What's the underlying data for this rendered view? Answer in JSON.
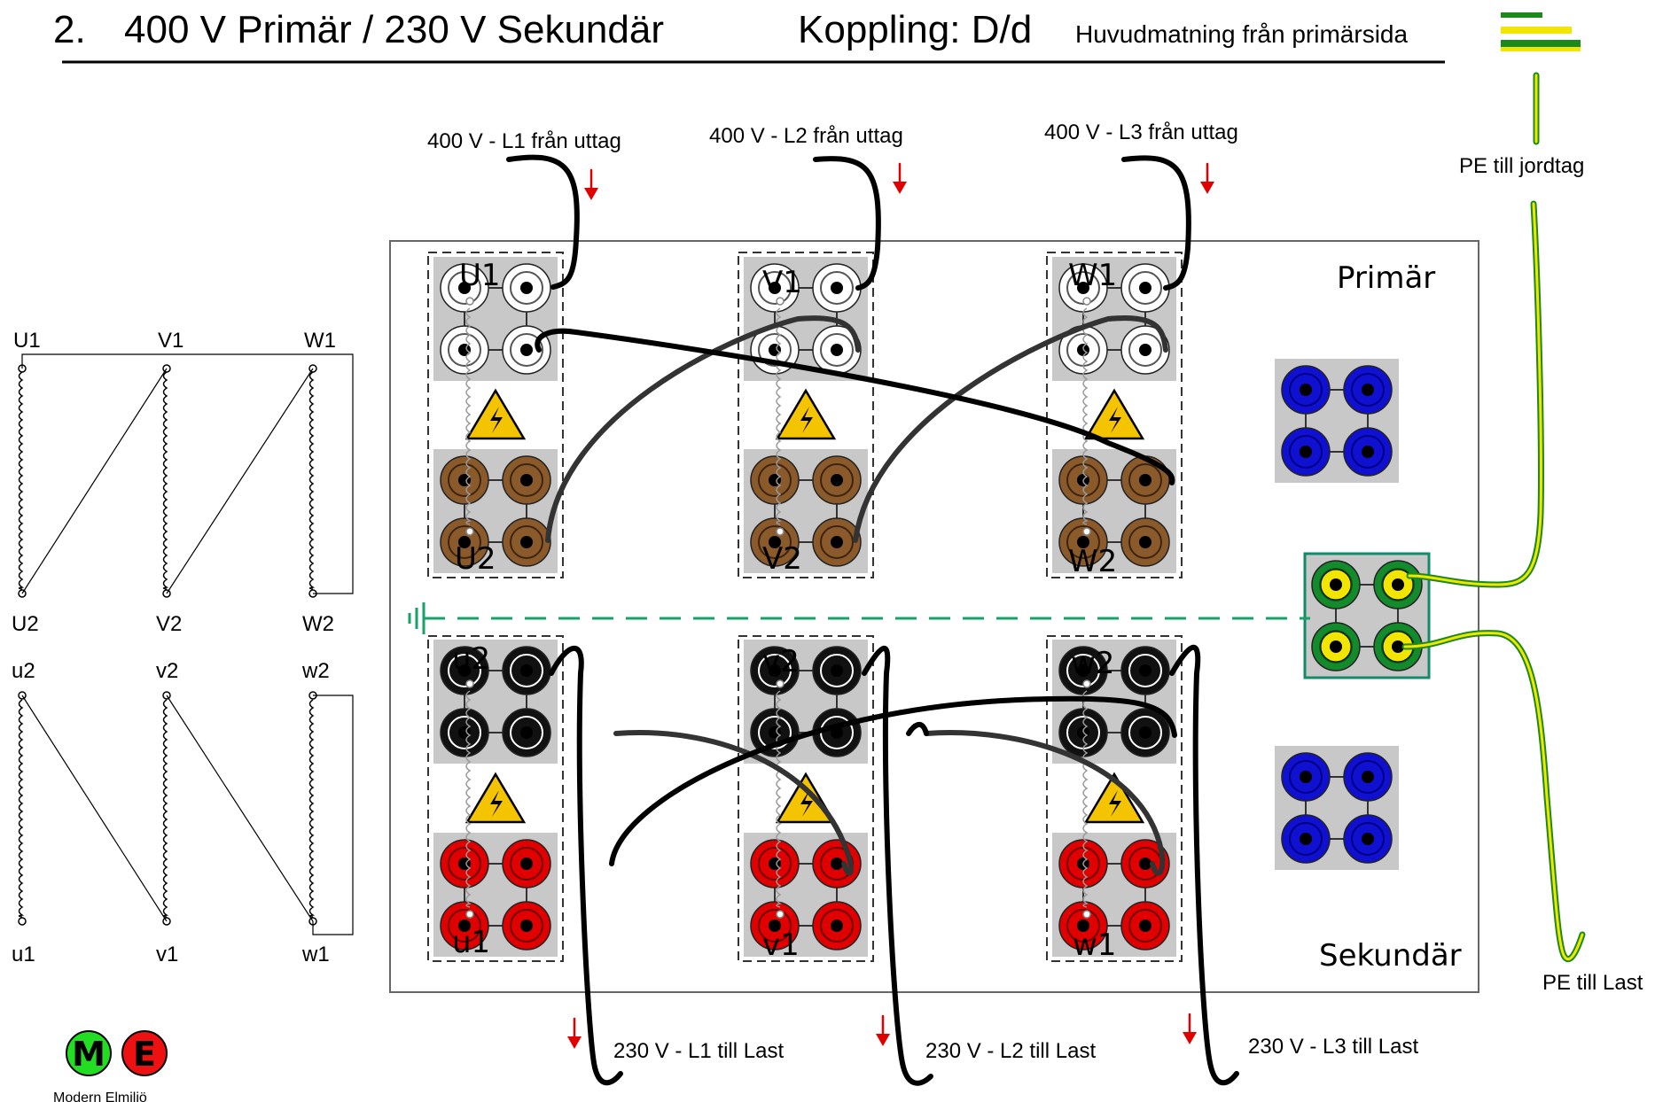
{
  "header": {
    "number": "2.",
    "voltages": "400 V Primär / 230 V Sekundär",
    "coupling": "Koppling: D/d",
    "note": "Huvudmatning från primärsida"
  },
  "feeds": {
    "l1_in": "400 V - L1 från uttag",
    "l2_in": "400 V - L2 från uttag",
    "l3_in": "400 V - L3 från uttag",
    "pe_in": "PE till jordtag",
    "l1_out": "230 V - L1 till Last",
    "l2_out": "230 V - L2 till Last",
    "l3_out": "230 V - L3 till Last",
    "pe_out": "PE till Last"
  },
  "panel": {
    "primary": "Primär",
    "secondary": "Sekundär",
    "prim_top": [
      "U1",
      "V1",
      "W1"
    ],
    "prim_bottom": [
      "U2",
      "V2",
      "W2"
    ],
    "sec_top": [
      "u2",
      "v2",
      "w2"
    ],
    "sec_bottom": [
      "u1",
      "v1",
      "w1"
    ]
  },
  "schematic": {
    "prim_top": [
      "U1",
      "V1",
      "W1"
    ],
    "prim_bottom": [
      "U2",
      "V2",
      "W2"
    ],
    "sec_top": [
      "u2",
      "v2",
      "w2"
    ],
    "sec_bottom": [
      "u1",
      "v1",
      "w1"
    ]
  },
  "logo": {
    "m": "M",
    "e": "E",
    "caption": "Modern Elmiljö"
  },
  "colors": {
    "primary_terminal": "#ffffff",
    "primary_load_terminal": "#8b5a2b",
    "secondary_terminal": "#111111",
    "secondary_load_terminal": "#e00000",
    "neutral_terminal": "#1010d0",
    "pe_terminal": "#138a2c",
    "pe_wire": "#f2e600",
    "arrow": "#e00000",
    "earth_line": "#1aa068",
    "logo_m": "#22dd22",
    "logo_e": "#ee1111"
  }
}
